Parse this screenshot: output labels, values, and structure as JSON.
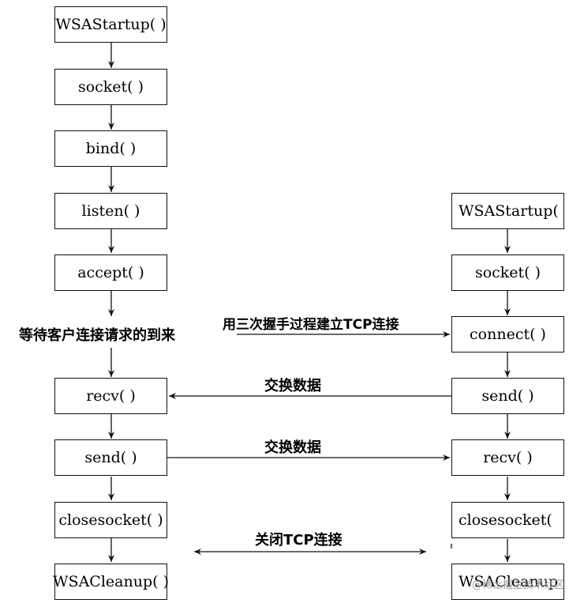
{
  "server": {
    "startup": "WSAStartup( )",
    "socket": "socket( )",
    "bind": "bind( )",
    "listen": "listen( )",
    "accept": "accept( )",
    "wait_text": "等待客户连接请求的到来",
    "recv": "recv( )",
    "send": "send( )",
    "close": "closesocket( )",
    "cleanup": "WSACleanup( )"
  },
  "client": {
    "startup": "WSAStartup(",
    "socket": "socket( )",
    "connect": "connect( )",
    "send": "send( )",
    "recv": "recv( )",
    "close": "closesocket(",
    "cleanup": "WSACleanup"
  },
  "labels": {
    "handshake": "用三次握手过程建立TCP连接",
    "exchange_1": "交换数据",
    "exchange_2": "交换数据",
    "close_conn": "关闭TCP连接"
  },
  "watermark": "@稀土掘金技术社区"
}
